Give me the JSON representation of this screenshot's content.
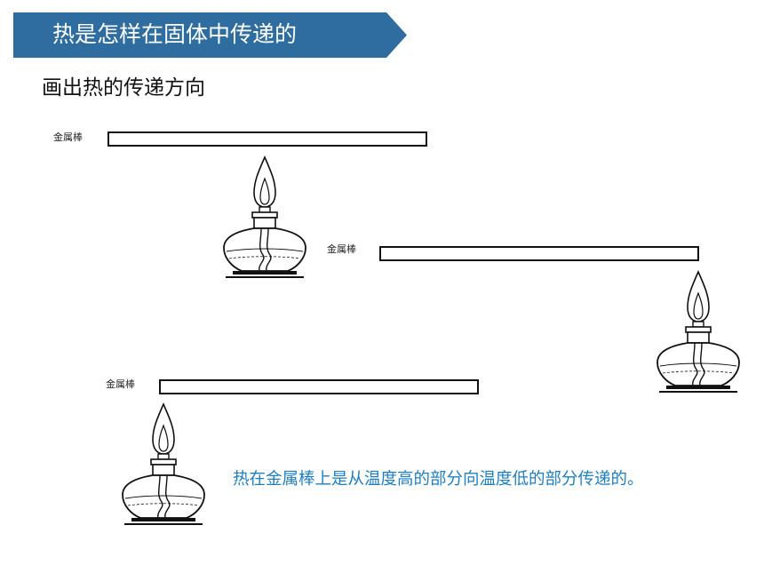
{
  "header": {
    "title": "热是怎样在固体中传递的",
    "background_color": "#2f6da0"
  },
  "instruction": "画出热的传递方向",
  "rods": [
    {
      "label": "金属棒"
    },
    {
      "label": "金属棒"
    },
    {
      "label": "金属棒"
    }
  ],
  "conclusion": {
    "text": "热在金属棒上是从温度高的部分向温度低的部分传递的。",
    "color": "#1e7fc0"
  },
  "icons": [
    "alcohol-lamp-icon"
  ]
}
